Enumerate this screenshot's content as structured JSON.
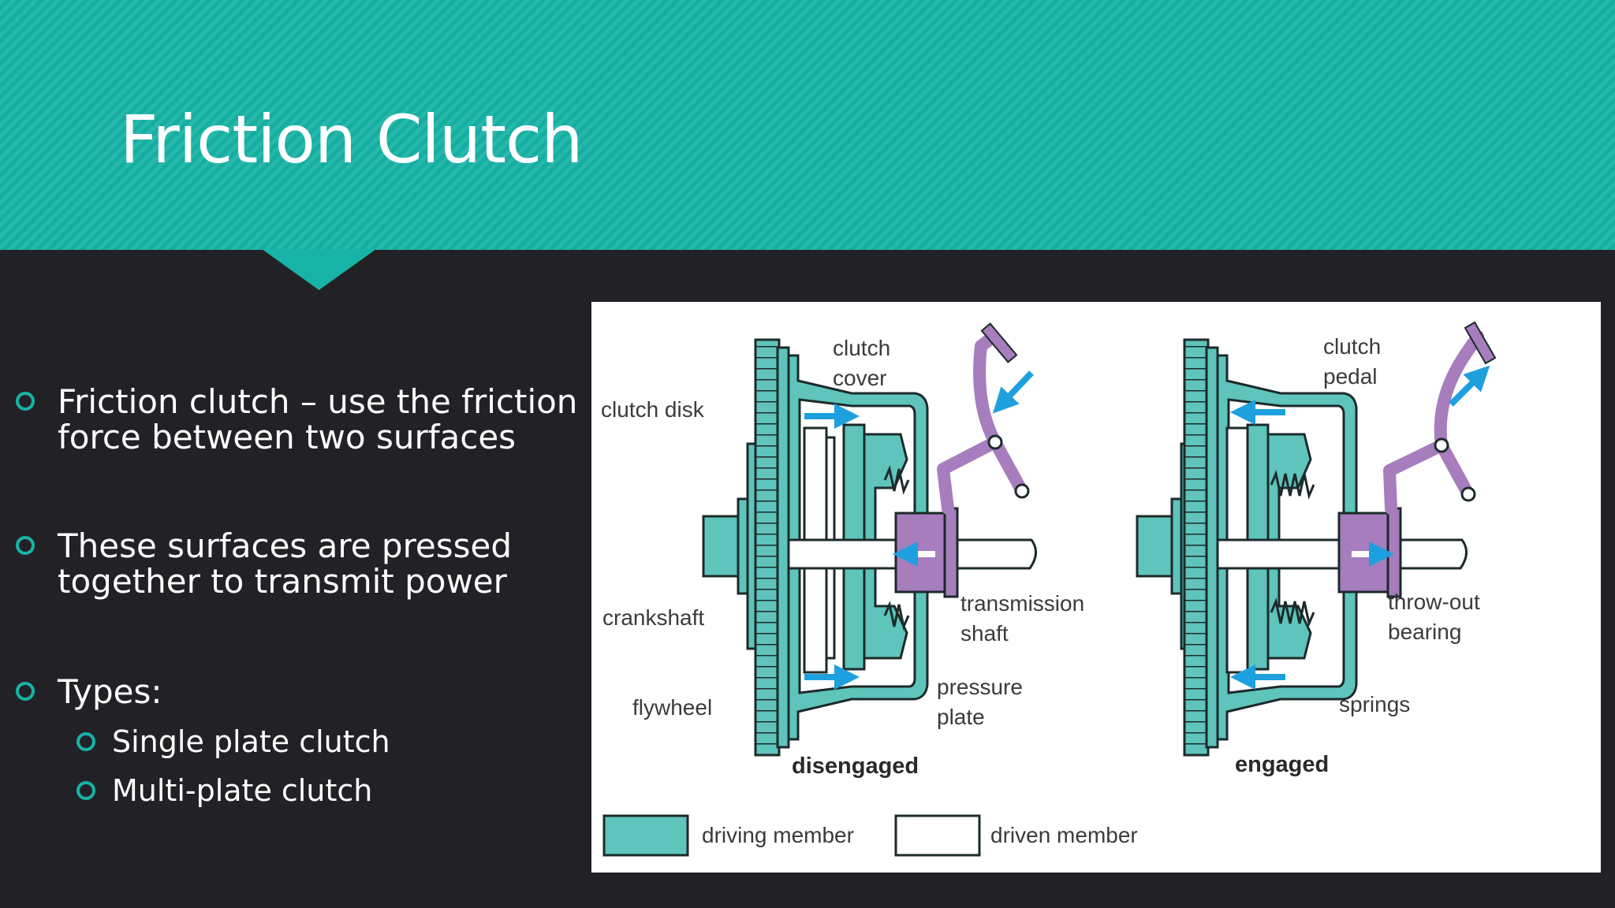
{
  "slide": {
    "title": "Friction Clutch",
    "bullets": [
      {
        "text": "Friction clutch – use the friction force between two surfaces"
      },
      {
        "text": "These surfaces are pressed together to transmit power"
      },
      {
        "text": "Types:"
      }
    ],
    "sub_bullets": [
      {
        "text": "Single plate clutch"
      },
      {
        "text": "Multi-plate clutch"
      }
    ]
  },
  "diagram": {
    "left_panel": {
      "caption": "disengaged",
      "labels": {
        "clutch_cover_1": "clutch",
        "clutch_cover_2": "cover",
        "clutch_disk": "clutch disk",
        "crankshaft": "crankshaft",
        "flywheel": "flywheel",
        "transmission_shaft_1": "transmission",
        "transmission_shaft_2": "shaft",
        "pressure_plate_1": "pressure",
        "pressure_plate_2": "plate"
      }
    },
    "right_panel": {
      "caption": "engaged",
      "labels": {
        "clutch_pedal_1": "clutch",
        "clutch_pedal_2": "pedal",
        "throw_out_bearing_1": "throw-out",
        "throw_out_bearing_2": "bearing",
        "springs": "springs"
      }
    },
    "legend": {
      "driving_member": "driving member",
      "driven_member": "driven member"
    },
    "colors": {
      "driving": "#5ec4bc",
      "outline": "#1c2a2a",
      "pedal": "#a77dbd",
      "arrow": "#1ea0de",
      "accent": "#17b3a6",
      "background": "#222226"
    }
  }
}
